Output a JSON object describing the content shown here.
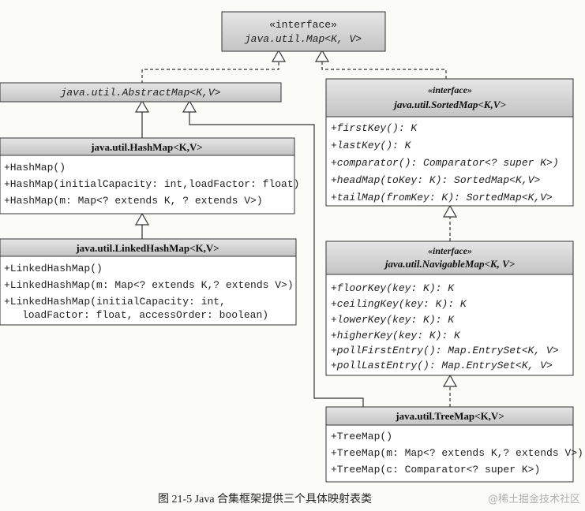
{
  "boxes": {
    "map": {
      "stereotype": "«interface»",
      "title": "java.util.Map<K, V>"
    },
    "abstract_map": {
      "title": "java.util.AbstractMap<K,V>"
    },
    "sorted_map": {
      "stereotype": "«interface»",
      "title": "java.util.SortedMap<K,V>",
      "members": [
        "+firstKey(): K",
        "+lastKey(): K",
        "+comparator(): Comparator<? super K>)",
        "+headMap(toKey: K): SortedMap<K,V>",
        "+tailMap(fromKey: K): SortedMap<K,V>"
      ]
    },
    "hash_map": {
      "title": "java.util.HashMap<K,V>",
      "members": [
        "+HashMap()",
        "+HashMap(initialCapacity: int,loadFactor: float)",
        "+HashMap(m: Map<? extends K, ? extends V>)"
      ]
    },
    "linked_hash_map": {
      "title": "java.util.LinkedHashMap<K,V>",
      "members": [
        "+LinkedHashMap()",
        "+LinkedHashMap(m: Map<? extends K,? extends V>)",
        "+LinkedHashMap(initialCapacity: int,",
        "loadFactor: float, accessOrder: boolean)"
      ]
    },
    "navigable_map": {
      "stereotype": "«interface»",
      "title": "java.util.NavigableMap<K, V>",
      "members": [
        "+floorKey(key: K): K",
        "+ceilingKey(key: K): K",
        "+lowerKey(key: K): K",
        "+higherKey(key: K): K",
        "+pollFirstEntry(): Map.EntrySet<K, V>",
        "+pollLastEntry(): Map.EntrySet<K, V>"
      ]
    },
    "tree_map": {
      "title": "java.util.TreeMap<K,V>",
      "members": [
        "+TreeMap()",
        "+TreeMap(m: Map<? extends K,? extends V>)",
        "+TreeMap(c: Comparator<? super K>)"
      ]
    }
  },
  "caption": "图 21-5 Java 合集框架提供三个具体映射表类",
  "watermark": "@稀土掘金技术社区",
  "colors": {
    "title_fill": "#cfcfcf",
    "box_fill": "#ffffff",
    "line": "#333333"
  }
}
